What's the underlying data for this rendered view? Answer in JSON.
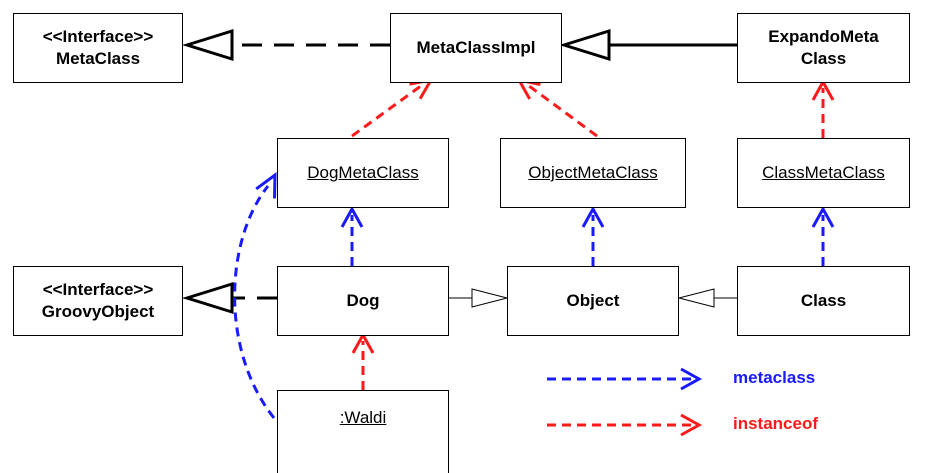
{
  "nodes": {
    "metaclass_iface": {
      "stereotype": "<<Interface>>",
      "name": "MetaClass"
    },
    "metaclassimpl": {
      "name": "MetaClassImpl"
    },
    "expandometaclass": {
      "line1": "ExpandoMeta",
      "line2": "Class"
    },
    "dogmetaclass": {
      "name": "DogMetaClass"
    },
    "objectmetaclass": {
      "name": "ObjectMetaClass"
    },
    "classmetaclass": {
      "name": "ClassMetaClass"
    },
    "groovyobject_iface": {
      "stereotype": "<<Interface>>",
      "name": "GroovyObject"
    },
    "dog": {
      "name": "Dog"
    },
    "object": {
      "name": "Object"
    },
    "class": {
      "name": "Class"
    },
    "waldi": {
      "name": ":Waldi"
    }
  },
  "legend": {
    "metaclass": {
      "label": "metaclass",
      "color": "#1a1aff"
    },
    "instanceof": {
      "label": "instanceof",
      "color": "#ff1a1a"
    }
  },
  "relations": [
    {
      "from": "metaclassimpl",
      "to": "metaclass_iface",
      "kind": "realization"
    },
    {
      "from": "expandometaclass",
      "to": "metaclassimpl",
      "kind": "generalization"
    },
    {
      "from": "dogmetaclass",
      "to": "metaclassimpl",
      "kind": "instanceof"
    },
    {
      "from": "objectmetaclass",
      "to": "metaclassimpl",
      "kind": "instanceof"
    },
    {
      "from": "classmetaclass",
      "to": "expandometaclass",
      "kind": "instanceof"
    },
    {
      "from": "dog",
      "to": "dogmetaclass",
      "kind": "metaclass"
    },
    {
      "from": "object",
      "to": "objectmetaclass",
      "kind": "metaclass"
    },
    {
      "from": "class",
      "to": "classmetaclass",
      "kind": "metaclass"
    },
    {
      "from": "dog",
      "to": "groovyobject_iface",
      "kind": "realization"
    },
    {
      "from": "dog",
      "to": "object",
      "kind": "generalization"
    },
    {
      "from": "class",
      "to": "object",
      "kind": "generalization"
    },
    {
      "from": "waldi",
      "to": "dog",
      "kind": "instanceof"
    },
    {
      "from": "waldi",
      "to": "dogmetaclass",
      "kind": "metaclass"
    }
  ]
}
